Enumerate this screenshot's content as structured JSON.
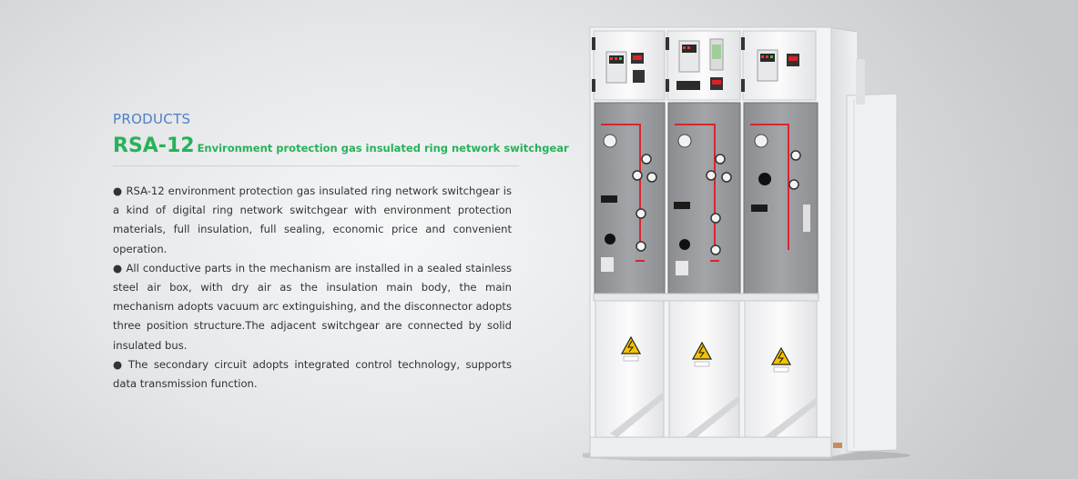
{
  "section": {
    "eyebrow": "PRODUCTS"
  },
  "product": {
    "model": "RSA-12",
    "subtitle": "Environment protection gas insulated ring network switchgear",
    "bullet_symbol": "●",
    "paragraphs": [
      "RSA-12 environment protection gas insulated ring network switchgear is a kind of digital ring network switchgear with environment protection materials, full insulation, full sealing, economic price and convenient operation.",
      "All conductive parts in the mechanism are installed in a sealed stainless steel air box, with dry air as the insulation main body, the main mechanism adopts vacuum arc extinguishing, and the disconnector adopts three position structure.The adjacent switchgear are connected by solid insulated bus.",
      "The secondary circuit adopts integrated control technology, supports data transmission function."
    ]
  },
  "colors": {
    "accent_blue": "#4f7fc8",
    "accent_green": "#27b25a",
    "text": "#333333"
  },
  "icons": [
    "warning-triangle-icon",
    "pressure-gauge-icon",
    "switchgear-cabinet-image"
  ]
}
